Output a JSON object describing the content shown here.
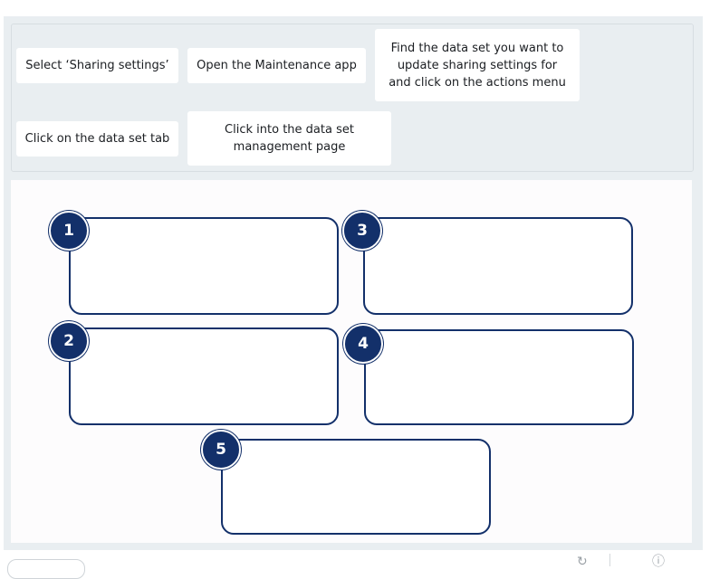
{
  "activity": {
    "cards": [
      {
        "id": "select-sharing",
        "label": "Select ‘Sharing settings’"
      },
      {
        "id": "open-maintenance",
        "label": "Open the Maintenance app"
      },
      {
        "id": "find-data-set",
        "label": "Find the data set you want to update sharing settings for and click on the actions menu"
      },
      {
        "id": "click-data-set-tab",
        "label": "Click on the data set tab"
      },
      {
        "id": "click-into-management",
        "label": "Click into the data set management page"
      }
    ],
    "slots": [
      {
        "number": "1"
      },
      {
        "number": "2"
      },
      {
        "number": "3"
      },
      {
        "number": "4"
      },
      {
        "number": "5"
      }
    ]
  },
  "footer": {
    "icons": [
      "reset-icon",
      "info-icon"
    ]
  },
  "colors": {
    "accent": "#13306a",
    "panel": "#e9eef1"
  }
}
